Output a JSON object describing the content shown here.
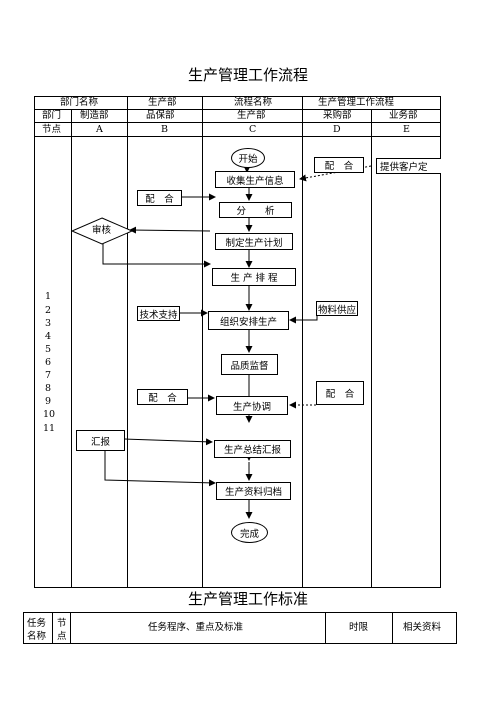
{
  "flow_title": "生产管理工作流程",
  "header": {
    "row1": [
      "部门名称",
      "生产部",
      "流程名称",
      "生产管理工作流程"
    ],
    "row2": [
      "部门",
      "制造部",
      "品保部",
      "生产部",
      "采购部",
      "业务部"
    ],
    "row3": [
      "节点",
      "A",
      "B",
      "C",
      "D",
      "E"
    ]
  },
  "steps": [
    "1",
    "2",
    "3",
    "4",
    "5",
    "6",
    "7",
    "8",
    "9",
    "10",
    "11"
  ],
  "nodes": {
    "start": "开始",
    "collect": "收集生产信息",
    "analyze": "分　　析",
    "plan": "制定生产计划",
    "schedule": "生 产 排 程",
    "arrange": "组织安排生产",
    "quality": "品质监督",
    "coordinate": "生产协调",
    "summary": "生产总结汇报",
    "archive": "生产资料归档",
    "end": "完成",
    "review": "审核",
    "report": "汇报",
    "cooperate_b1": "配　合",
    "tech_support": "技术支持",
    "cooperate_b2": "配　合",
    "cooperate_d1": "配　合",
    "material": "物料供应",
    "cooperate_d2": "配　合",
    "provide": "提供客户定"
  },
  "std_title": "生产管理工作标准",
  "std_header": {
    "task": "任务名称",
    "node": "节点",
    "procedure": "任务程序、重点及标准",
    "time": "时限",
    "ref": "相关资料"
  }
}
